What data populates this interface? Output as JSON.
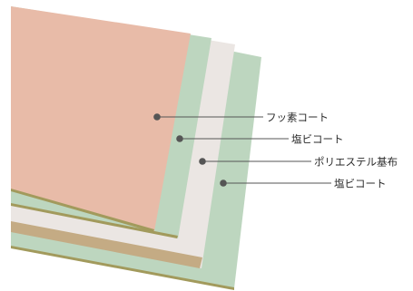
{
  "layers": [
    {
      "id": "fluorine",
      "label": "フッ素コート",
      "color": "#e8bba8"
    },
    {
      "id": "pvc-top",
      "label": "塩ビコート",
      "color": "#bdd6bf"
    },
    {
      "id": "polyester",
      "label": "ポリエステル基布",
      "color": "#ebe6e3"
    },
    {
      "id": "pvc-bottom",
      "label": "塩ビコート",
      "color": "#bdd6bf"
    }
  ],
  "colors": {
    "edge_brown": "#c4ab84",
    "edge_olive": "#a29a5c",
    "leader_line": "#555555",
    "leader_dot": "#555555"
  }
}
